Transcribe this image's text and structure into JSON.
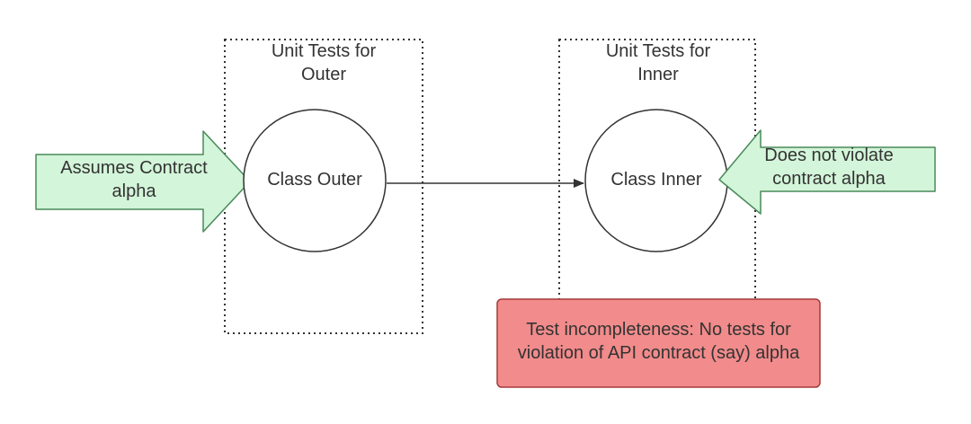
{
  "colors": {
    "arrow_fill": "#d3f5d9",
    "arrow_stroke": "#4a8a5a",
    "warning_fill": "#f28b8b",
    "warning_stroke": "#a33b3b",
    "line": "#333333",
    "box_border": "#333333"
  },
  "outer_box": {
    "title_line1": "Unit Tests for",
    "title_line2": "Outer"
  },
  "inner_box": {
    "title_line1": "Unit Tests for",
    "title_line2": "Inner"
  },
  "outer_class": {
    "label": "Class Outer"
  },
  "inner_class": {
    "label": "Class Inner"
  },
  "assumes_arrow": {
    "line1": "Assumes Contract",
    "line2": "alpha"
  },
  "violate_arrow": {
    "line1": "Does not violate",
    "line2": "contract alpha"
  },
  "incompleteness_note": {
    "line1": "Test incompleteness: No tests for",
    "line2": "violation of API contract (say) alpha"
  }
}
